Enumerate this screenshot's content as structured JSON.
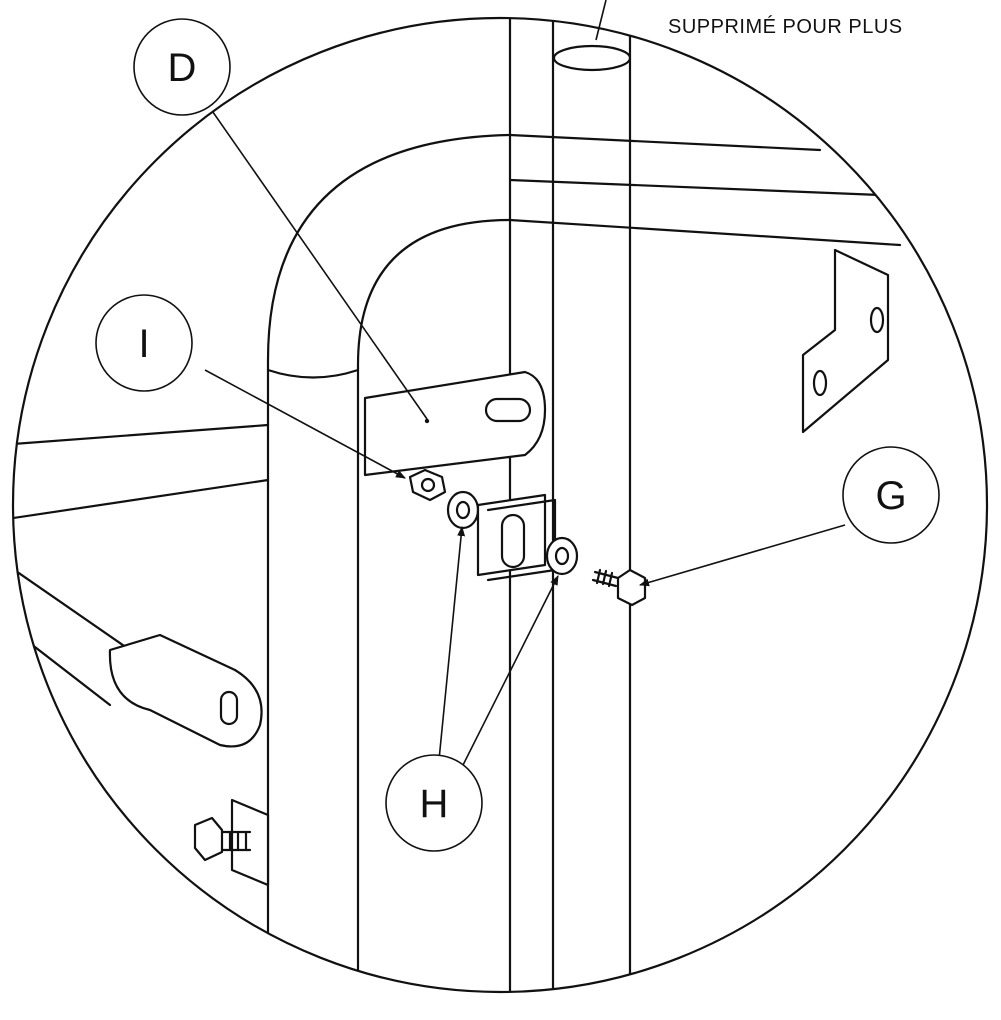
{
  "note_text": "SUPPRIMÉ POUR PLUS",
  "callouts": {
    "D": "D",
    "I": "I",
    "G": "G",
    "H": "H"
  },
  "colors": {
    "line": "#111111",
    "background": "#ffffff"
  }
}
